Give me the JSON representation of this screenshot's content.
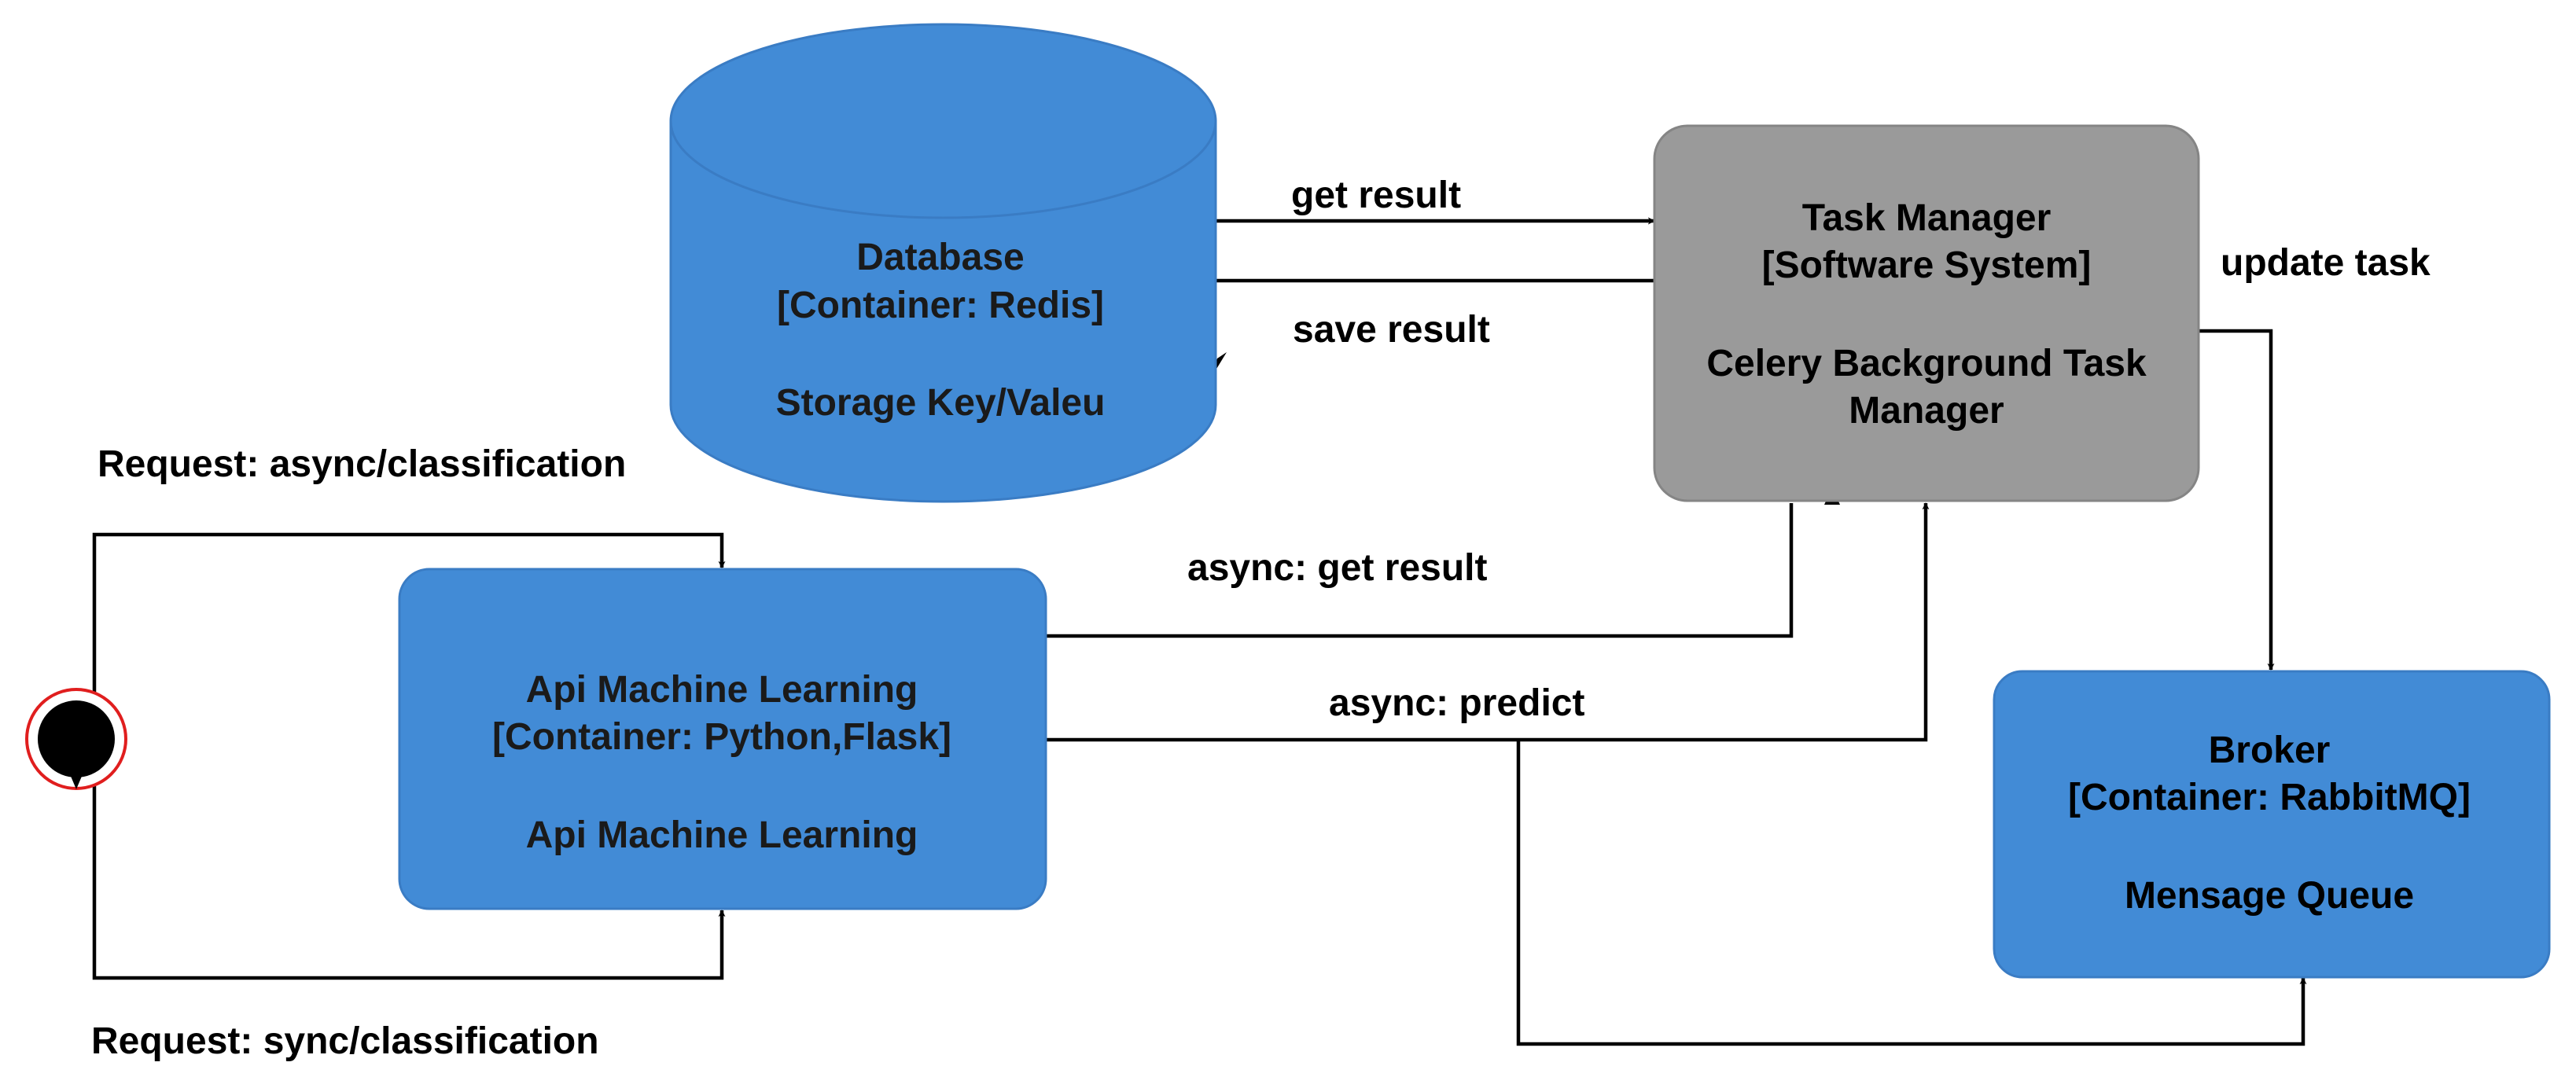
{
  "colors": {
    "container_blue": "#428bd6",
    "container_stroke": "#3a7cc4",
    "system_gray": "#9a9a9a",
    "system_stroke": "#858585",
    "edge": "#000000",
    "start_ring": "#e01e1e",
    "start_fill": "#000000"
  },
  "nodes": {
    "database": {
      "name": "Database",
      "tech": "[Container: Redis]",
      "description": "Storage Key/Valeu"
    },
    "task_manager": {
      "name": "Task Manager",
      "tech": "[Software System]",
      "description_line1": "Celery Background Task",
      "description_line2": "Manager"
    },
    "api": {
      "name": "Api Machine Learning",
      "tech": "[Container: Python,Flask]",
      "description": "Api Machine Learning"
    },
    "broker": {
      "name": "Broker",
      "tech": "[Container: RabbitMQ]",
      "description": "Mensage Queue"
    }
  },
  "edges": {
    "get_result": "get result",
    "save_result": "save result",
    "update_task": "update task",
    "async_get_result": "async: get result",
    "async_predict": "async: predict",
    "request_async": "Request: async/classification",
    "request_sync": "Request: sync/classification"
  }
}
